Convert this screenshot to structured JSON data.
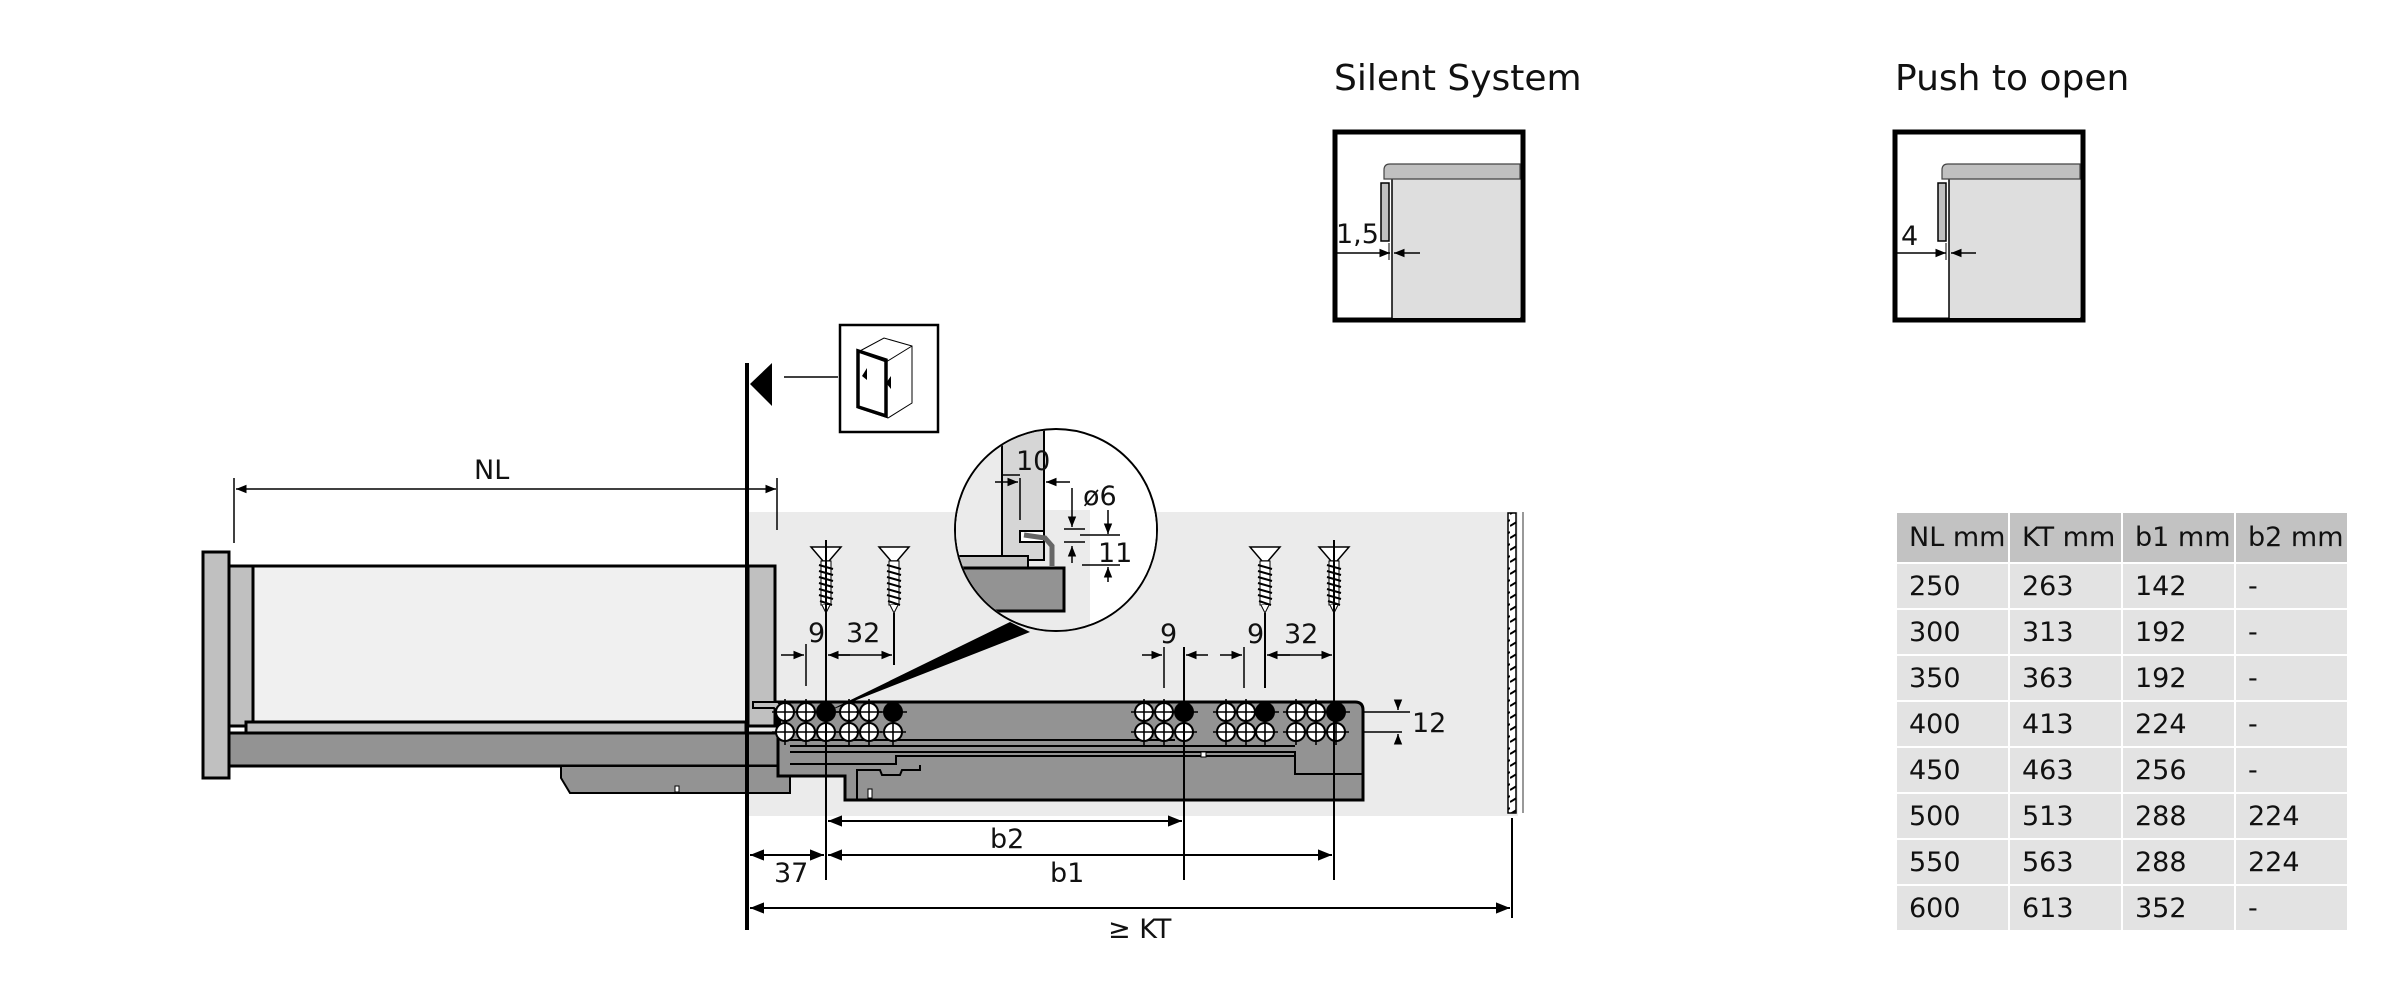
{
  "panels": {
    "silent_system": {
      "title": "Silent System",
      "gap_label": "1,5"
    },
    "push_to_open": {
      "title": "Push to open",
      "gap_label": "4"
    }
  },
  "detail": {
    "thickness_label": "10",
    "hole_diameter_label": "ø6",
    "hole_height_label": "11"
  },
  "dimensions": {
    "nl": "NL",
    "left_offset_9": "9",
    "left_spacing_32": "32",
    "mid_offset_9": "9",
    "right_offset_9": "9",
    "right_spacing_32": "32",
    "row_spacing_12": "12",
    "b2": "b2",
    "b1": "b1",
    "front_offset_37": "37",
    "kt": "≥ KT"
  },
  "icons": {
    "cabinet": "cabinet-front-mount-icon",
    "front_marker": "front-edge-triangle-icon",
    "screw": "wood-screw-icon"
  },
  "colors": {
    "cabinet_bg": "#ebebeb",
    "rail_dark": "#939393",
    "panel_light": "#c0c0c0",
    "drawer_inner": "#f0f0f0",
    "header_bg": "#c2c2c2",
    "cell_bg": "#e3e3e3"
  },
  "table": {
    "headers": [
      "NL mm",
      "KT mm",
      "b1 mm",
      "b2 mm"
    ],
    "rows": [
      [
        "250",
        "263",
        "142",
        "-"
      ],
      [
        "300",
        "313",
        "192",
        "-"
      ],
      [
        "350",
        "363",
        "192",
        "-"
      ],
      [
        "400",
        "413",
        "224",
        "-"
      ],
      [
        "450",
        "463",
        "256",
        "-"
      ],
      [
        "500",
        "513",
        "288",
        "224"
      ],
      [
        "550",
        "563",
        "288",
        "224"
      ],
      [
        "600",
        "613",
        "352",
        "-"
      ]
    ]
  }
}
